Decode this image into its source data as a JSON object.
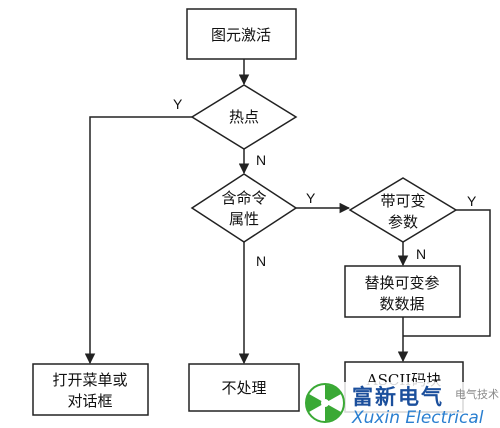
{
  "nodes": {
    "start": "图元激活",
    "hotspot": "热点",
    "cmd_attr_line1": "含命令",
    "cmd_attr_line2": "属性",
    "var_param_line1": "带可变",
    "var_param_line2": "参数",
    "replace_line1": "替换可变参",
    "replace_line2": "数数据",
    "menu_line1": "打开菜单或",
    "menu_line2": "对话框",
    "no_process": "不处理",
    "ascii": "ASCII码块"
  },
  "edge_labels": {
    "hotspot_yes": "Y",
    "hotspot_no": "N",
    "cmd_yes": "Y",
    "cmd_no": "N",
    "var_yes": "Y",
    "var_no": "N"
  },
  "watermark": {
    "cn": "富新电气",
    "en": "Xuxin Electrical",
    "small": "电气技术"
  },
  "colors": {
    "stroke": "#222222",
    "text": "#111111",
    "logo_green": "#3aa935",
    "logo_blue": "#1b4f9c"
  }
}
